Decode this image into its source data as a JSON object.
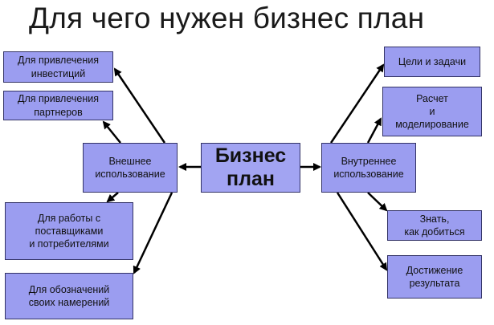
{
  "title": "Для чего нужен бизнес план",
  "center": {
    "label": "Бизнес\nплан"
  },
  "external": {
    "label": "Внешнее\nиспользование"
  },
  "internal": {
    "label": "Внутреннее\nиспользование"
  },
  "left_items": [
    {
      "label": "Для привлечения\nинвестиций"
    },
    {
      "label": "Для привлечения\nпартнеров"
    },
    {
      "label": "Для работы с\nпоставщиками\nи потребителями"
    },
    {
      "label": "Для обозначений\nсвоих намерений"
    }
  ],
  "right_items": [
    {
      "label": "Цели и задачи"
    },
    {
      "label": "Расчет\nи\nмоделирование"
    },
    {
      "label": "Знать,\nкак добиться"
    },
    {
      "label": "Достижение\nрезультата"
    }
  ]
}
